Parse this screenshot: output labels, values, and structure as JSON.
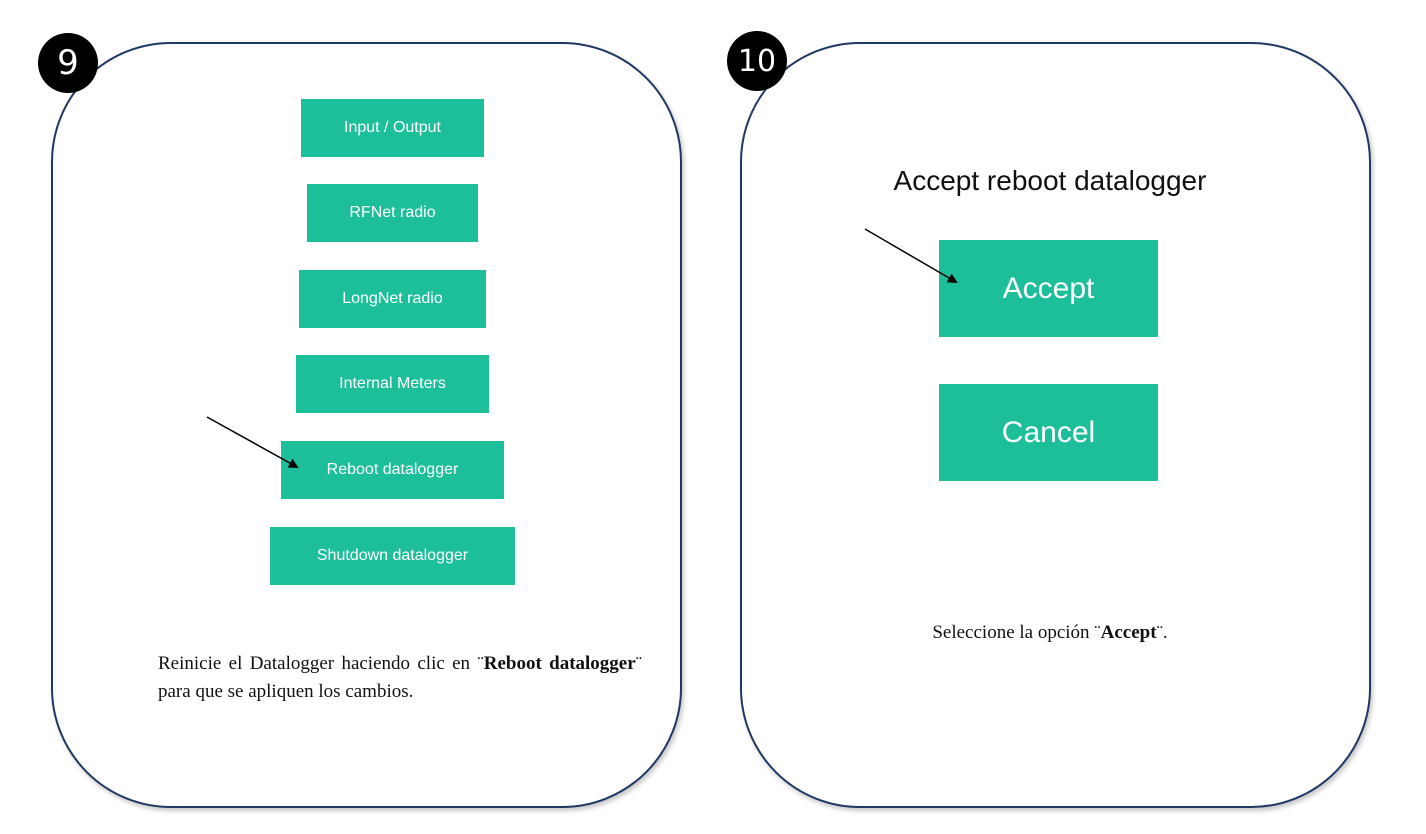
{
  "steps": {
    "left_number": "9",
    "right_number": "10"
  },
  "menu": {
    "items": [
      "Input / Output",
      "RFNet radio",
      "LongNet radio",
      "Internal Meters",
      "Reboot datalogger",
      "Shutdown datalogger"
    ]
  },
  "dialog": {
    "title": "Accept reboot datalogger",
    "accept_label": "Accept",
    "cancel_label": "Cancel"
  },
  "captions": {
    "left": {
      "before": "Reinicie el Datalogger haciendo clic en ¨",
      "bold": "Reboot datalogger",
      "after": "¨ para que se apliquen los cambios."
    },
    "right": {
      "before": "Seleccione la opción ¨",
      "bold": "Accept",
      "after": "¨."
    }
  },
  "colors": {
    "button": "#1dbf9b",
    "panel_border": "#1f3864",
    "badge": "#000000"
  }
}
